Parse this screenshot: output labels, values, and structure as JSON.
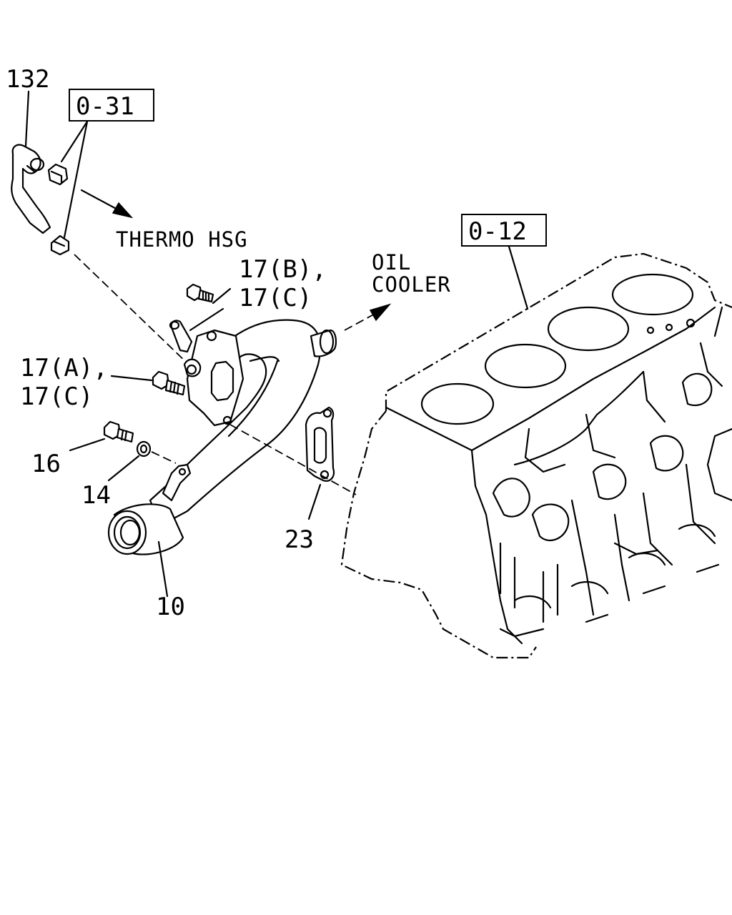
{
  "callouts": {
    "c132": "132",
    "ref_031": "0-31",
    "ref_012": "0-12",
    "thermo": "THERMO HSG",
    "oil_line1": "OIL",
    "oil_line2": "COOLER",
    "c17b": "17(B),",
    "c17c_top": "17(C)",
    "c17a": "17(A),",
    "c17c_bottom": "17(C)",
    "c16": "16",
    "c14": "14",
    "c10": "10",
    "c23": "23"
  }
}
